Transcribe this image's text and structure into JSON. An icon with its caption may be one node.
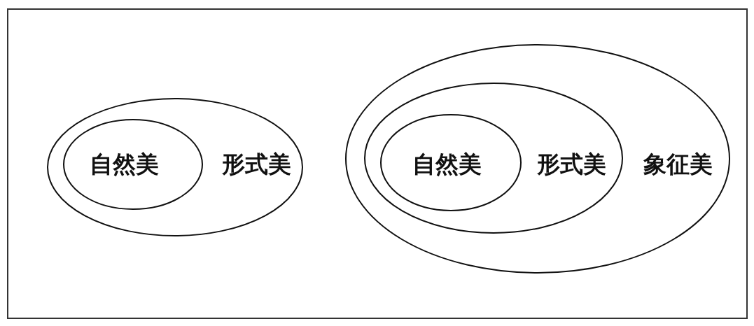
{
  "diagram": {
    "nodes": [
      {
        "text": [
          "形式美"
        ]
      },
      {
        "text": [
          "自然美"
        ],
        "in": 0
      },
      {
        "text": [
          "象征美"
        ]
      },
      {
        "text": [
          "形式美"
        ],
        "in": 2
      },
      {
        "text": [
          "自然美"
        ],
        "in": 3
      }
    ]
  }
}
